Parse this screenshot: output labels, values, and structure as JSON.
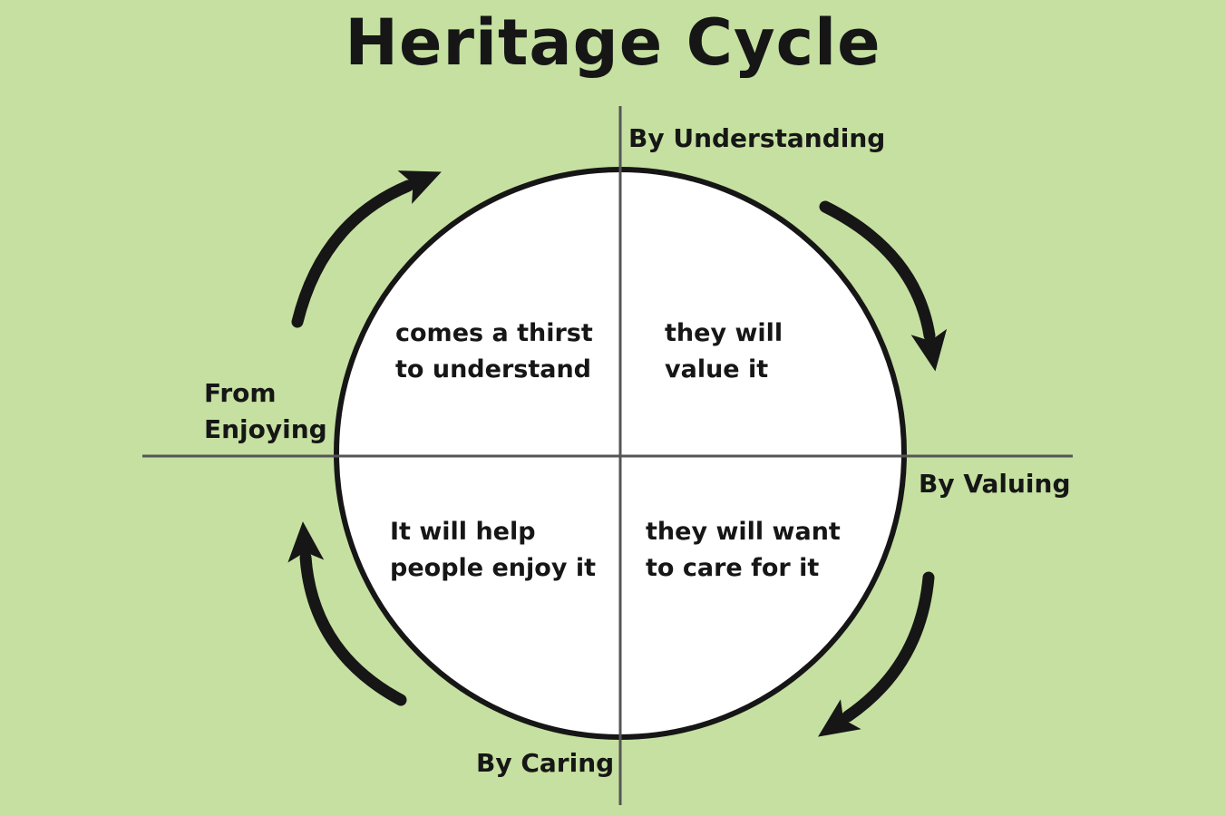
{
  "title": "Heritage Cycle",
  "colors": {
    "background": "#c5e0a0",
    "circle_fill": "#ffffff",
    "ink": "#161616",
    "axis_line": "#555555"
  },
  "axis_labels": {
    "top": "By Understanding",
    "right": "By Valuing",
    "bottom": "By Caring",
    "left_line1": "From",
    "left_line2": "Enjoying"
  },
  "quadrants": {
    "top_left": {
      "line1": "comes a thirst",
      "line2": "to understand"
    },
    "top_right": {
      "line1": "they will",
      "line2": "value it"
    },
    "bottom_right": {
      "line1": "they will want",
      "line2": "to care for it"
    },
    "bottom_left": {
      "line1": "It will help",
      "line2": "people enjoy it"
    }
  },
  "flow_direction": "clockwise",
  "arrow_icons": [
    "curved-arrow-icon",
    "curved-arrow-icon",
    "curved-arrow-icon",
    "curved-arrow-icon"
  ]
}
